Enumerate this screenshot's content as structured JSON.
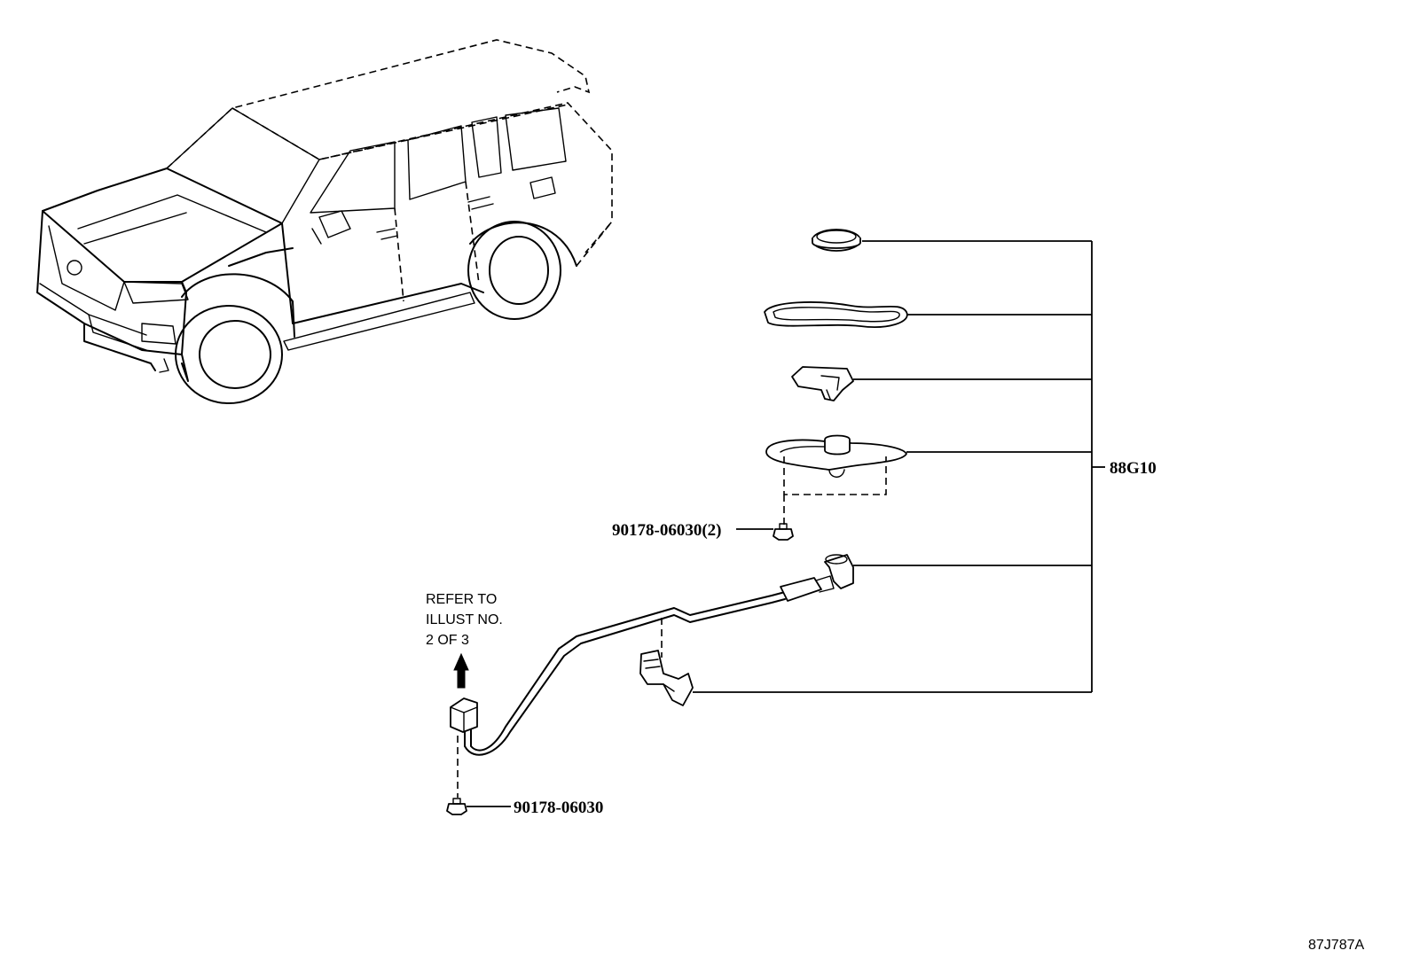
{
  "labels": {
    "assembly_part": "88G10",
    "bolt_with_qty": "90178-06030(2)",
    "bolt_single": "90178-06030",
    "refer_note": [
      "REFER TO",
      "ILLUST NO.",
      "2 OF 3"
    ],
    "illustration_code": "87J787A"
  }
}
